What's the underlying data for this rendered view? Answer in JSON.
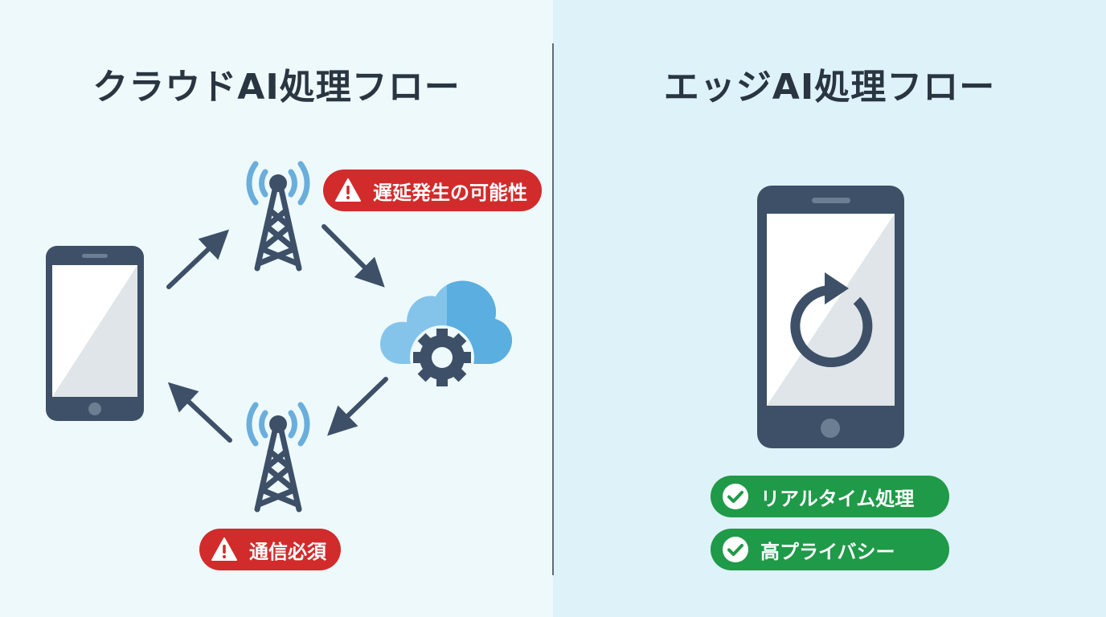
{
  "colors": {
    "left_bg": "#eef9fc",
    "right_bg": "#def2f9",
    "ink": "#2a3542",
    "icon_dark": "#3d5068",
    "signal_blue": "#6aaedc",
    "cloud_light": "#85c4ea",
    "cloud_dark": "#5aaee0",
    "warning_red": "#d22b2b",
    "success_green": "#1f9a48",
    "divider": "#5f6b73"
  },
  "left_panel": {
    "title": "クラウドAI処理フロー",
    "nodes": [
      {
        "id": "smartphone",
        "icon": "smartphone-icon"
      },
      {
        "id": "tower_upper",
        "icon": "cell-tower-icon"
      },
      {
        "id": "cloud_server",
        "icon": "cloud-gear-icon"
      },
      {
        "id": "tower_lower",
        "icon": "cell-tower-icon"
      }
    ],
    "flow": [
      "smartphone",
      "tower_upper",
      "cloud_server",
      "tower_lower",
      "smartphone"
    ],
    "badges": [
      {
        "label": "遅延発生の可能性",
        "icon": "warning-icon",
        "type": "warning"
      },
      {
        "label": "通信必須",
        "icon": "warning-icon",
        "type": "warning"
      }
    ]
  },
  "right_panel": {
    "title": "エッジAI処理フロー",
    "nodes": [
      {
        "id": "smartphone",
        "icon": "smartphone-refresh-icon"
      }
    ],
    "badges": [
      {
        "label": "リアルタイム処理",
        "icon": "check-circle-icon",
        "type": "success"
      },
      {
        "label": "高プライバシー",
        "icon": "check-circle-icon",
        "type": "success"
      }
    ]
  }
}
